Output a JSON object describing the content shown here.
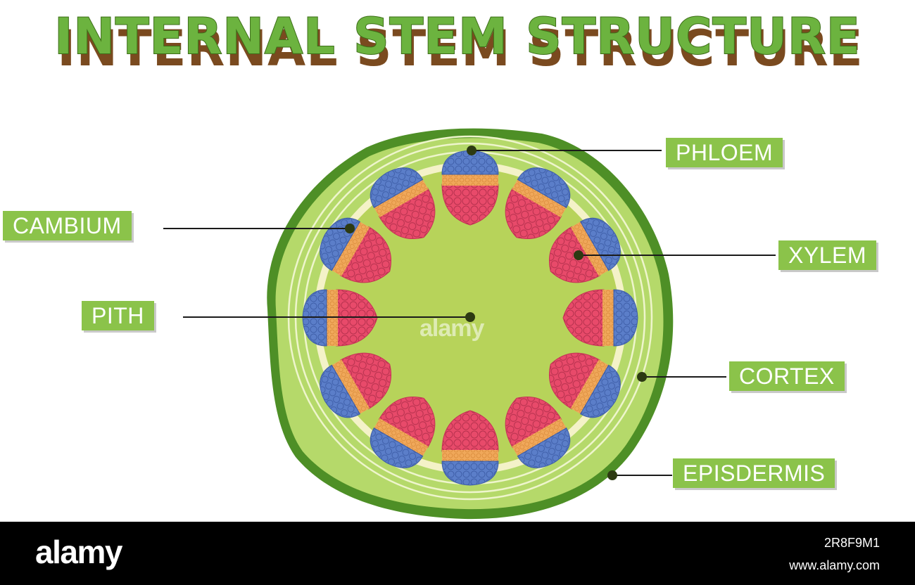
{
  "title": "INTERNAL STEM STRUCTURE",
  "labels": {
    "phloem": "PHLOEM",
    "cambium": "CAMBIUM",
    "xylem": "XYLEM",
    "pith": "PITH",
    "cortex": "CORTEX",
    "epidermis": "EPISDERMIS"
  },
  "watermark": "alamy",
  "footer": {
    "logo": "alamy",
    "image_id": "2R8F9M1",
    "url": "www.alamy.com"
  },
  "colors": {
    "label_bg": "#8bc34a",
    "epidermis": "#4e8f26",
    "cortex": "#b5d96a",
    "cortex_rings": "#e8f0c0",
    "pith": "#b7d35a",
    "phloem": "#5b7ec9",
    "cambium": "#f0a85a",
    "xylem": "#e84a6a",
    "title_fill": "#6cb33f",
    "title_shadow": "#7a4a1f"
  }
}
